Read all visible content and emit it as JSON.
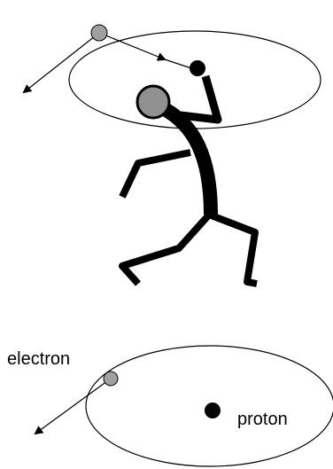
{
  "labels": {
    "electron": "electron",
    "proton": "proton"
  },
  "colors": {
    "electron_fill": "#a0a0a0",
    "proton_fill": "#000000",
    "stroke": "#000000",
    "figure_head": "#909090"
  },
  "icons": {
    "top_scene": "stick-figure-swinging-ball-on-orbit",
    "bottom_scene": "electron-orbiting-proton"
  }
}
